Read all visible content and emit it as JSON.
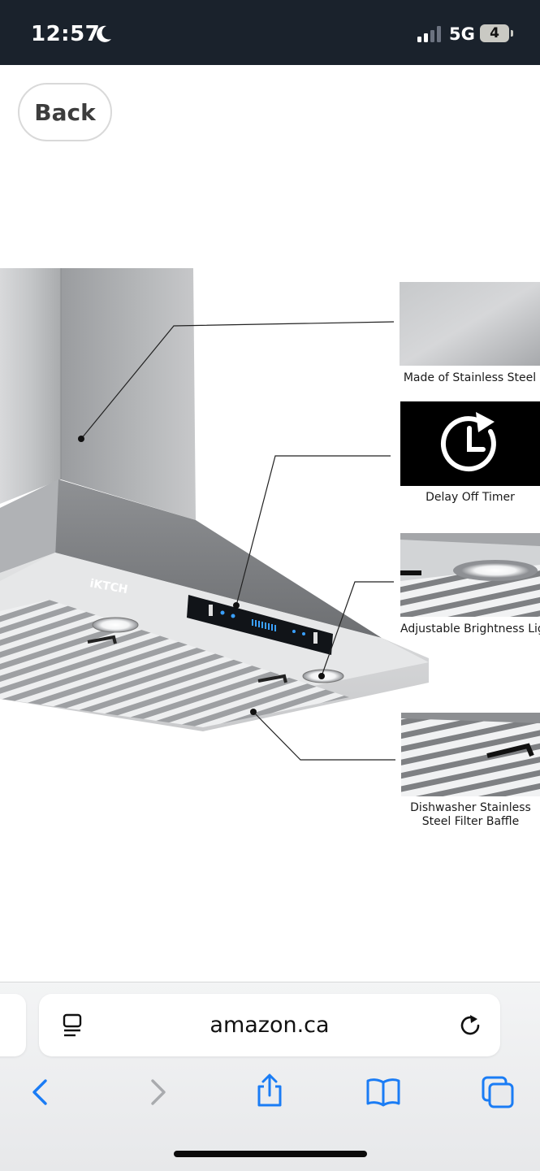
{
  "status_bar": {
    "time": "12:57",
    "network": "5G",
    "battery": "4",
    "icons": [
      "moon-icon",
      "signal-bars-icon",
      "battery-icon"
    ]
  },
  "page": {
    "back_label": "Back"
  },
  "product_image": {
    "brand": "iKTCH",
    "callouts": [
      {
        "line1": "Made of Stainless Steel",
        "line2": ""
      },
      {
        "line1": "Delay Off Timer",
        "line2": ""
      },
      {
        "line1": "Adjustable Brightness Light",
        "line2": ""
      },
      {
        "line1": "Dishwasher Stainless",
        "line2": "Steel Filter Baffle"
      }
    ],
    "callout_icons": [
      "timer-icon"
    ]
  },
  "browser": {
    "url": "amazon.ca",
    "icons": [
      "reader-mode-icon",
      "reload-icon",
      "back-arrow-icon",
      "forward-arrow-icon",
      "share-icon",
      "bookmarks-icon",
      "tabs-icon"
    ],
    "accent": "#1a7cf5",
    "disabled": "#a9abae"
  },
  "colors": {
    "status_bar_bg": "#1a222c",
    "steel": "#b9bbbd"
  }
}
